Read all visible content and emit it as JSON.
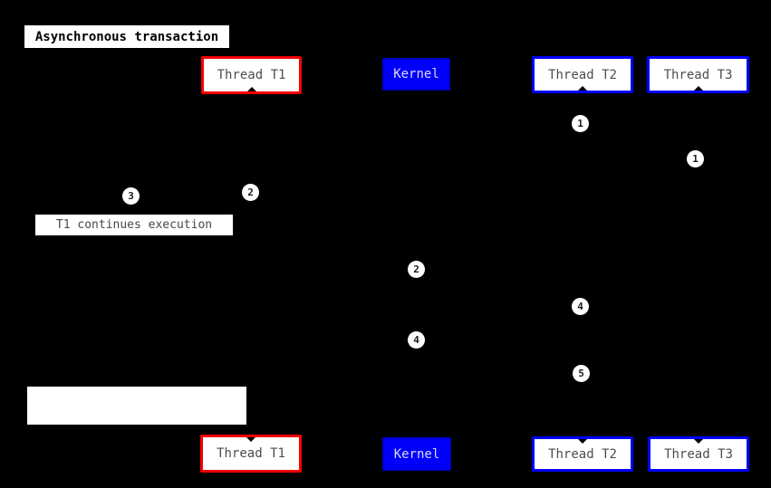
{
  "diagram": {
    "title": "Asynchronous transaction",
    "actors": {
      "t1": "Thread T1",
      "kernel": "Kernel",
      "t2": "Thread T2",
      "t3": "Thread T3"
    },
    "notes": {
      "t1_continues": "T1 continues execution",
      "blank": ""
    },
    "badges": [
      {
        "n": "1"
      },
      {
        "n": "1"
      },
      {
        "n": "2"
      },
      {
        "n": "3"
      },
      {
        "n": "2"
      },
      {
        "n": "4"
      },
      {
        "n": "4"
      },
      {
        "n": "5"
      }
    ],
    "colors": {
      "background": "#000000",
      "t1_border": "#f40000",
      "t2_t3_border": "#0000ff",
      "kernel_fill": "#0000fa",
      "kernel_text": "#d8d8ff",
      "actor_text": "#4d4d4d",
      "note_text": "#474747",
      "title_text": "#000000",
      "badge_fill": "#ffffff"
    }
  }
}
